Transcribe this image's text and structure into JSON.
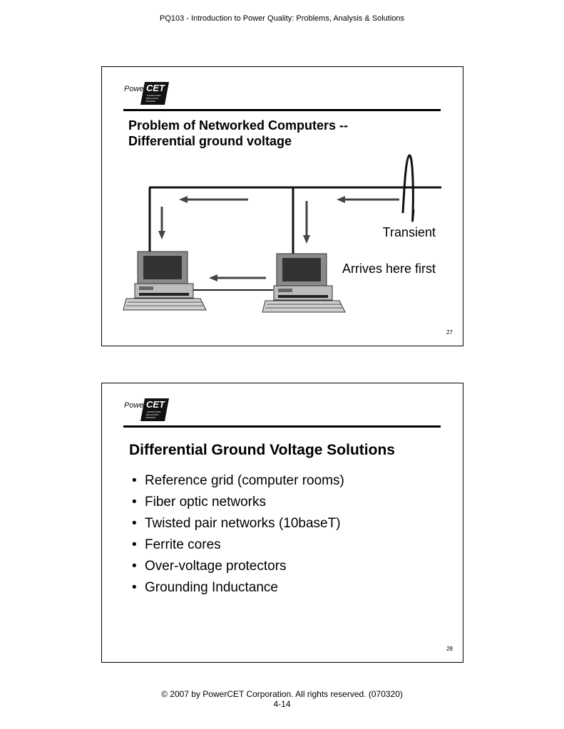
{
  "header": {
    "text": "PQ103 - Introduction to Power Quality:  Problems, Analysis & Solutions"
  },
  "logo": {
    "text": "PowerCET",
    "tagline_lines": [
      "CONSULTING",
      "EDUCATION",
      "TRAINING"
    ]
  },
  "slide1": {
    "title_line1": "Problem of Networked Computers --",
    "title_line2": "Differential ground voltage",
    "label_transient": "Transient",
    "label_arrives": "Arrives here first",
    "number": "27"
  },
  "slide2": {
    "title": "Differential Ground Voltage Solutions",
    "bullets": [
      "Reference grid (computer rooms)",
      "Fiber optic networks",
      "Twisted pair networks (10baseT)",
      "Ferrite cores",
      "Over-voltage protectors",
      "Grounding Inductance"
    ],
    "number": "28"
  },
  "footer": {
    "line1": "© 2007 by PowerCET Corporation.  All rights reserved.  (070320)",
    "line2": "4-14"
  }
}
